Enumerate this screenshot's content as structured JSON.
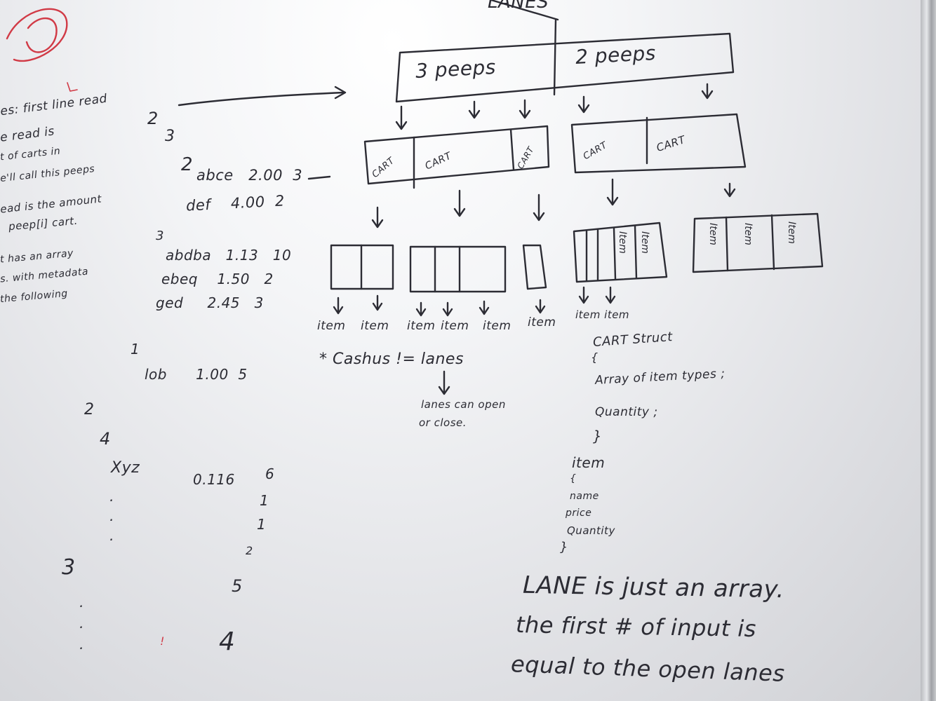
{
  "board": {
    "title_partial": "LANES",
    "lanes": [
      "3 peeps",
      "2 peeps"
    ],
    "carts": [
      "CART",
      "CART",
      "CART",
      "CART",
      "CART"
    ],
    "item_label": "Item",
    "item_words": [
      "item",
      "item",
      "item",
      "item",
      "item",
      "item",
      "item item"
    ],
    "left_notes": [
      "es: first line read",
      "e read is",
      "t of carts in",
      "e'll call this peeps",
      "ead is the amount",
      "peep[i] cart.",
      "t has an array",
      "s. with metadata",
      "the following"
    ],
    "input_rows": [
      {
        "text": "2"
      },
      {
        "text": "3"
      },
      {
        "text": "2"
      },
      {
        "text": "abce   2.00  3"
      },
      {
        "text": "def    4.00  2"
      },
      {
        "text": "3"
      },
      {
        "text": "abdba   1.13   10"
      },
      {
        "text": "ebeq    1.50   2"
      },
      {
        "text": "ged     2.45   3"
      },
      {
        "text": "1"
      },
      {
        "text": "lob      1.00  5"
      },
      {
        "text": "2"
      },
      {
        "text": "4"
      },
      {
        "text": "Xyz"
      },
      {
        "text": "0.116"
      },
      {
        "text": "6"
      },
      {
        "text": "1"
      },
      {
        "text": "1"
      },
      {
        "text": "2"
      },
      {
        "text": "3"
      },
      {
        "text": "5"
      },
      {
        "text": "4"
      }
    ],
    "cashier_note": "* Cashus != lanes",
    "lanes_note": [
      "lanes can open",
      "or close."
    ],
    "struct_notes": [
      "CART Struct",
      "{",
      "Array of item types ;",
      "Quantity ;",
      "}",
      "item",
      "{",
      "name",
      "price",
      "Quantity",
      "}"
    ],
    "lane_statement": [
      "LANE is just an array.",
      "the first # of input is",
      "equal to the open lanes"
    ]
  }
}
